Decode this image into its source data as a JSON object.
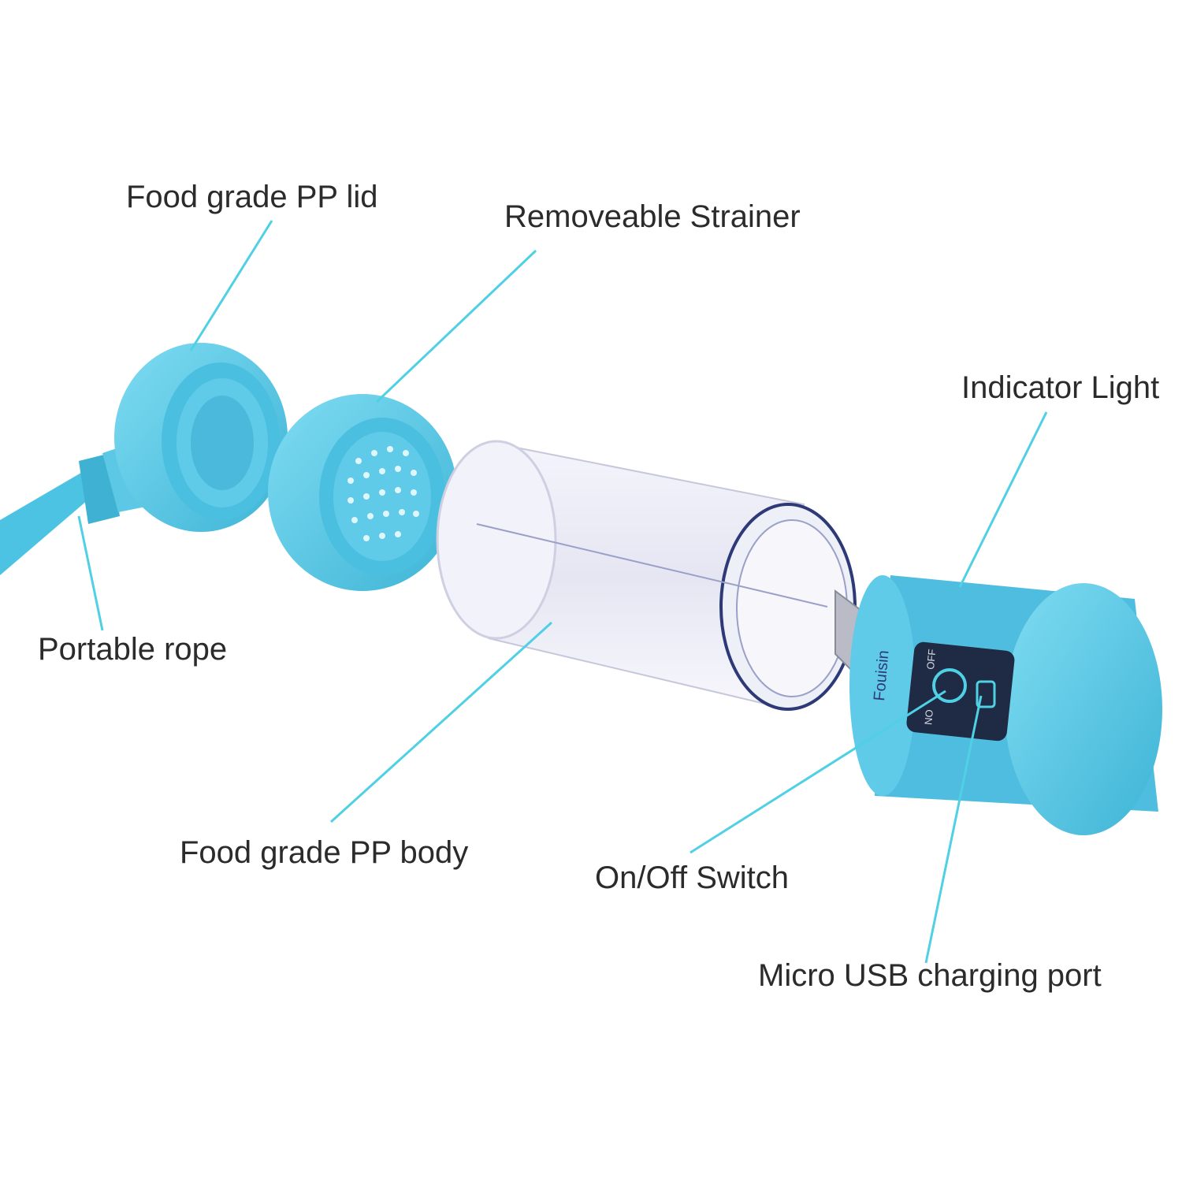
{
  "labels": {
    "lid": "Food grade PP lid",
    "strainer": "Removeable Strainer",
    "indicator": "Indicator Light",
    "rope": "Portable rope",
    "body": "Food grade PP body",
    "switch": "On/Off Switch",
    "usb": "Micro USB charging port"
  },
  "device": {
    "brand": "Fouisin",
    "on_text": "ON",
    "off_text": "OFF"
  },
  "colors": {
    "accent": "#4fd0e4",
    "part_blue": "#5cc8e6",
    "part_blue_dark": "#3fb2d3",
    "panel": "#1f2a44"
  }
}
